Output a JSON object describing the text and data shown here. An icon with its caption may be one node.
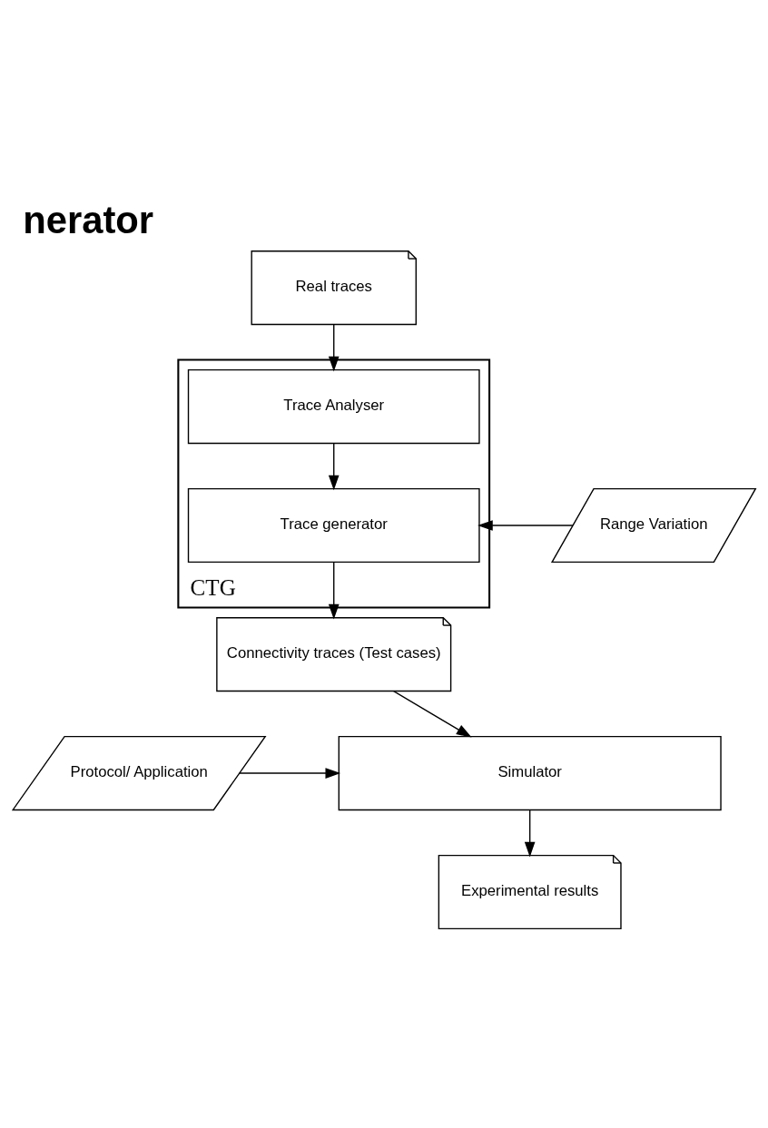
{
  "diagram": {
    "title": "nerator",
    "nodes": [
      {
        "text": [
          "Real traces"
        ]
      },
      {
        "text": [
          "CTG"
        ]
      },
      {
        "text": [
          "Trace Analyser"
        ],
        "in": 1
      },
      {
        "text": [
          "Trace generator"
        ],
        "in": 1
      },
      {
        "text": [
          "Range Variation"
        ]
      },
      {
        "text": [
          "Connectivity traces (Test cases)"
        ]
      },
      {
        "text": [
          "Protocol/ Application"
        ]
      },
      {
        "text": [
          "Simulator"
        ]
      },
      {
        "text": [
          "Experimental results"
        ]
      }
    ],
    "edges": [
      {
        "from": 0,
        "to": 2,
        "arrow": "to"
      },
      {
        "from": 2,
        "to": 3,
        "arrow": "to"
      },
      {
        "from": 4,
        "to": 3,
        "arrow": "to"
      },
      {
        "from": 3,
        "to": 5,
        "arrow": "to"
      },
      {
        "from": 5,
        "to": 7,
        "arrow": "to"
      },
      {
        "from": 6,
        "to": 7,
        "arrow": "to"
      },
      {
        "from": 7,
        "to": 8,
        "arrow": "to"
      }
    ]
  }
}
